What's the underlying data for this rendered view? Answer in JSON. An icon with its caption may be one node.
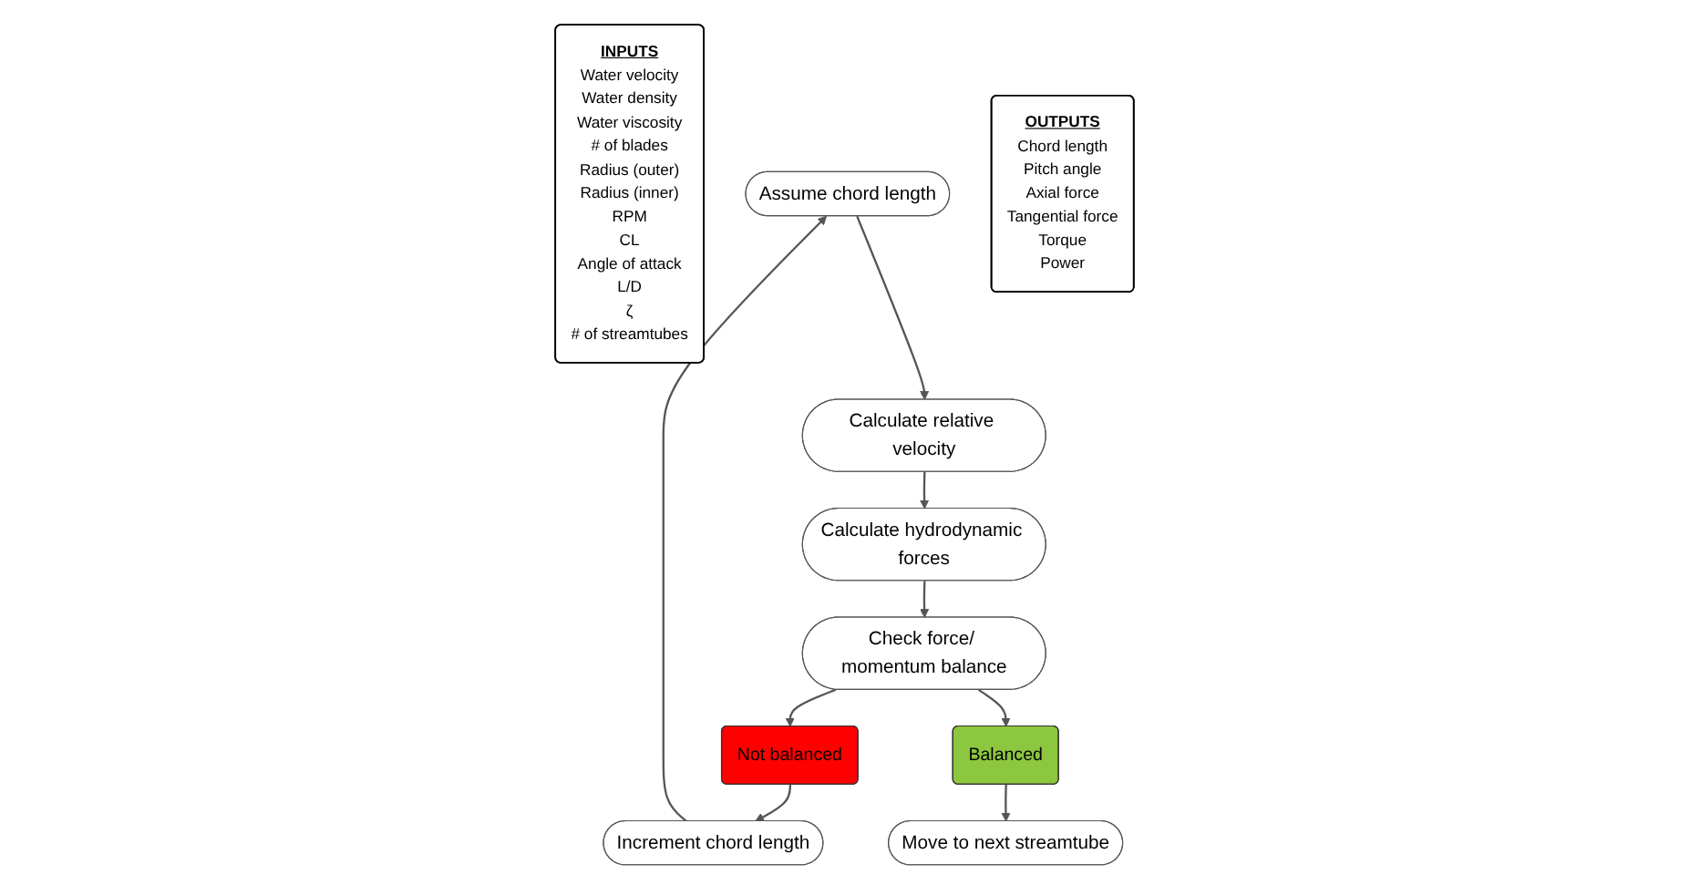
{
  "diagram": {
    "nodes": [
      {
        "text": [
          "INPUTS",
          "Water velocity",
          "Water density",
          "Water viscosity",
          "# of blades",
          "Radius (outer)",
          "Radius (inner)",
          "RPM",
          "CL",
          "Angle of attack",
          "L/D",
          "ζ",
          "# of streamtubes"
        ]
      },
      {
        "text": [
          "Assume chord length"
        ]
      },
      {
        "text": [
          "Calculate relative velocity"
        ]
      },
      {
        "text": [
          "Calculate hydrodynamic forces"
        ]
      },
      {
        "text": [
          "Check force/ momentum balance"
        ]
      },
      {
        "text": [
          "Not balanced"
        ]
      },
      {
        "text": [
          "Increment chord length"
        ]
      },
      {
        "text": [
          "Balanced"
        ]
      },
      {
        "text": [
          "Move to next streamtube"
        ]
      },
      {
        "text": [
          "OUTPUTS",
          "Chord length",
          "Pitch angle",
          "Axial force",
          "Tangential force",
          "Torque",
          "Power"
        ]
      }
    ],
    "edges": [
      {
        "from": 1,
        "to": 2,
        "arrow": "to"
      },
      {
        "from": 2,
        "to": 3,
        "arrow": "to"
      },
      {
        "from": 3,
        "to": 4,
        "arrow": "to"
      },
      {
        "from": 4,
        "to": 5,
        "arrow": "to"
      },
      {
        "from": 4,
        "to": 7,
        "arrow": "to"
      },
      {
        "from": 5,
        "to": 6,
        "arrow": "to"
      },
      {
        "from": 6,
        "to": 1,
        "arrow": "to"
      },
      {
        "from": 7,
        "to": 8,
        "arrow": "to"
      }
    ]
  }
}
